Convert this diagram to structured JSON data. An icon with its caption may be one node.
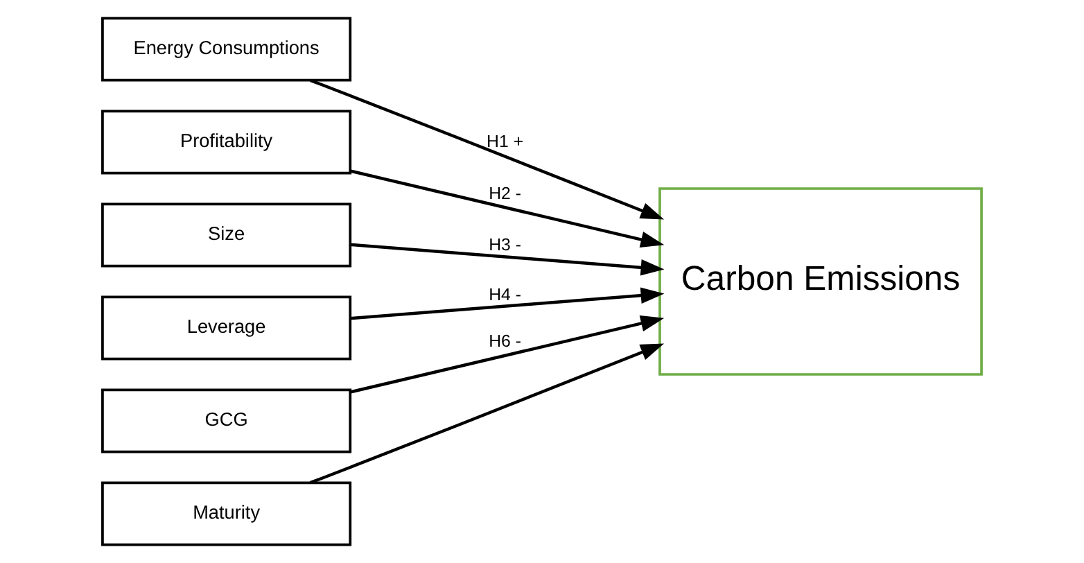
{
  "diagram": {
    "nodes": [
      {
        "text": [
          "Energy Consumptions"
        ]
      },
      {
        "text": [
          "Profitability"
        ]
      },
      {
        "text": [
          "Size"
        ]
      },
      {
        "text": [
          "Leverage"
        ]
      },
      {
        "text": [
          "GCG"
        ]
      },
      {
        "text": [
          "Carbon Emissions"
        ]
      },
      {
        "text": [
          "Maturity"
        ]
      }
    ],
    "edges": [
      {
        "from": 0,
        "to": 5,
        "arrow": "to",
        "label": "H1 +"
      },
      {
        "from": 1,
        "to": 5,
        "arrow": "to",
        "label": "H2 -"
      },
      {
        "from": 2,
        "to": 5,
        "arrow": "to",
        "label": "H3 -"
      },
      {
        "from": 3,
        "to": 5,
        "arrow": "to",
        "label": "H4 -"
      },
      {
        "from": 4,
        "to": 5,
        "arrow": "to",
        "label": "H6 -"
      },
      {
        "from": 6,
        "to": 5,
        "arrow": "to"
      }
    ]
  }
}
